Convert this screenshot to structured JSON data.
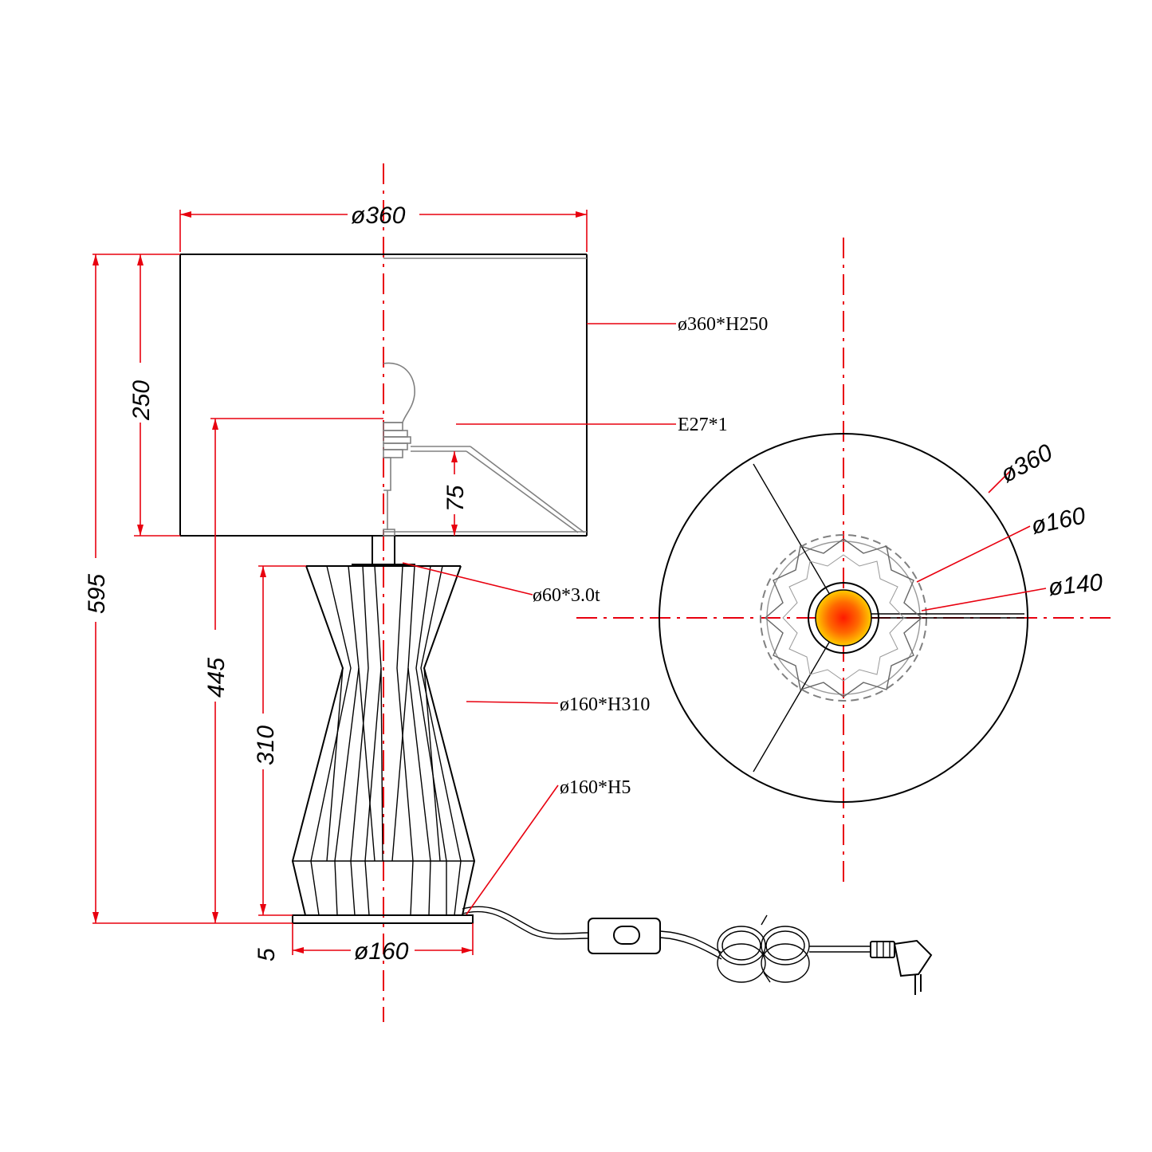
{
  "dimensions": {
    "shade_diameter": "ø360",
    "shade_height": "250",
    "total_height": "595",
    "bulb_height": "445",
    "socket_offset": "75",
    "body_height": "310",
    "base_thickness": "5",
    "base_diameter": "ø160"
  },
  "callouts": {
    "shade_spec": "ø360*H250",
    "socket_spec": "E27*1",
    "tube_spec": "ø60*3.0t",
    "body_spec": "ø160*H310",
    "base_spec": "ø160*H5"
  },
  "top_view": {
    "outer_diameter": "ø360",
    "middle_diameter": "ø160",
    "inner_diameter": "ø140"
  },
  "colors": {
    "dimension_lines": "#e8000f",
    "outline": "#000000",
    "hidden_lines": "#808080",
    "bulb_glow_center": "#ff1a00",
    "bulb_glow_edge": "#ffcc00"
  },
  "icons": {
    "bulb": "bulb-icon",
    "switch": "inline-switch-icon",
    "plug": "schuko-plug-icon"
  }
}
